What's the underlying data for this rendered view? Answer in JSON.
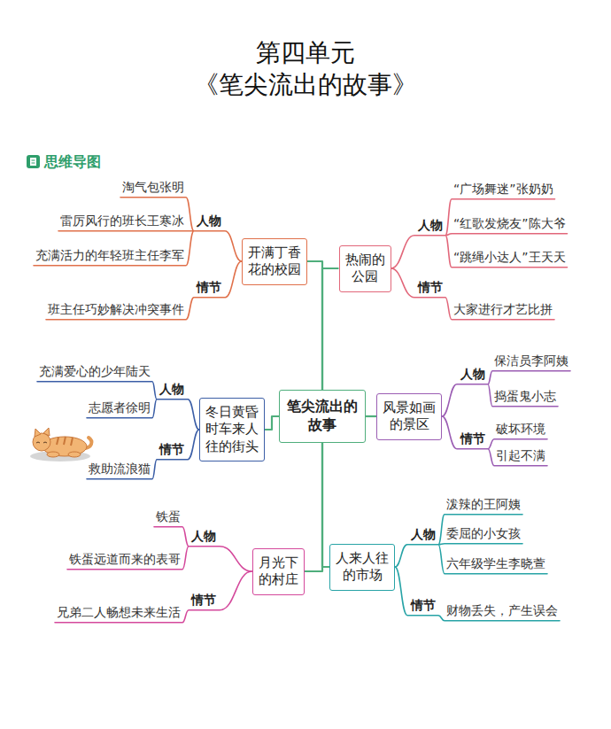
{
  "diagram": {
    "title": "第四单元 《笔尖流出的故事》",
    "nodes": [
      {
        "text": [
          "开满丁香花的校园"
        ]
      },
      {
        "text": [
          "热闹的公园"
        ]
      },
      {
        "text": [
          "冬日黄昏时车来人往的街头"
        ]
      },
      {
        "text": [
          "笔尖流出的故事"
        ]
      },
      {
        "text": [
          "风景如画的景区"
        ]
      },
      {
        "text": [
          "月光下的村庄"
        ]
      },
      {
        "text": [
          "人来人往的市场"
        ]
      }
    ],
    "edges": [
      {
        "from": 3,
        "to": 0,
        "arrow": "none"
      },
      {
        "from": 3,
        "to": 1,
        "arrow": "none"
      },
      {
        "from": 3,
        "to": 2,
        "arrow": "none"
      },
      {
        "from": 3,
        "to": 4,
        "arrow": "none"
      },
      {
        "from": 3,
        "to": 5,
        "arrow": "none"
      },
      {
        "from": 3,
        "to": 6,
        "arrow": "none"
      }
    ],
    "labels": [
      "思维导图",
      "人物",
      "淘气包张明",
      "雷厉风行的班长王寒冰",
      "充满活力的年轻班主任李军",
      "情节",
      "班主任巧妙解决冲突事件",
      "人物",
      "“广场舞迷”张奶奶",
      "“红歌发烧友”陈大爷",
      "“跳绳小达人”王天天",
      "情节",
      "大家进行才艺比拼",
      "人物",
      "充满爱心的少年陆天",
      "志愿者徐明",
      "情节",
      "救助流浪猫",
      "人物",
      "保洁员李阿姨",
      "捣蛋鬼小志",
      "情节",
      "破坏环境",
      "引起不满",
      "人物",
      "铁蛋",
      "铁蛋远道而来的表哥",
      "情节",
      "兄弟二人畅想未来生活",
      "人物",
      "泼辣的王阿姨",
      "委屈的小女孩",
      "六年级学生李晓萱",
      "情节",
      "财物丢失，产生误会"
    ]
  }
}
